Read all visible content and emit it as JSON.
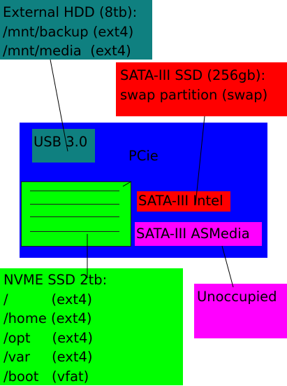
{
  "external_hdd": {
    "lines": [
      "External HDD (8tb):",
      "/mnt/backup (ext4)",
      "/mnt/media  (ext4)"
    ],
    "color": "#0f8080"
  },
  "ssd": {
    "lines": [
      "SATA-III SSD (256gb):",
      "swap partition (swap)"
    ],
    "color": "#ff0000"
  },
  "motherboard": {
    "color": "#0000ff",
    "usb_label": "USB 3.0",
    "pcie_label": "PCie",
    "sata_intel_label": "SATA-III Intel",
    "sata_asmedia_label": "SATA-III ASMedia"
  },
  "nvme": {
    "lines": [
      "NVME SSD 2tb:",
      "/          (ext4)",
      "/home (ext4)",
      "/opt     (ext4)",
      "/var     (ext4)",
      "/boot   (vfat)"
    ],
    "color": "#00ff00"
  },
  "unoccupied": {
    "label": "Unoccupied",
    "color": "#ff00ff"
  }
}
